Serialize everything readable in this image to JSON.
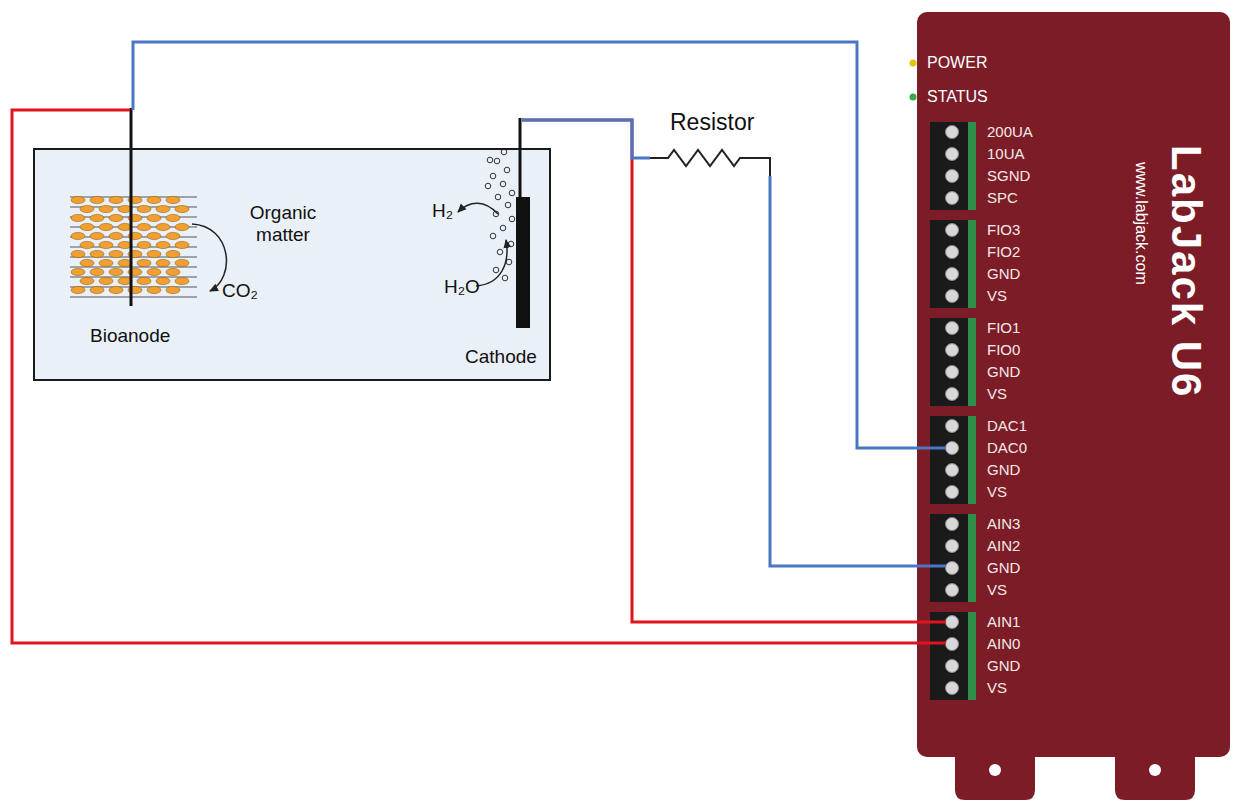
{
  "diagram": {
    "nodes": [
      {
        "text": [
          "Organic matter",
          "CO₂",
          "H₂",
          "H₂O"
        ]
      },
      {
        "text": [
          "Bioanode"
        ],
        "in": 0
      },
      {
        "text": [
          "Cathode"
        ],
        "in": 0
      },
      {
        "text": [
          "Resistor"
        ]
      },
      {
        "text": [
          "POWER",
          "STATUS",
          "LabJack U6",
          "www.labjack.com"
        ]
      }
    ],
    "edges": [
      {
        "from": 1,
        "to": 4,
        "arrow": "none"
      },
      {
        "from": 1,
        "to": 4,
        "arrow": "none"
      },
      {
        "from": 2,
        "to": 3,
        "arrow": "none"
      },
      {
        "from": 3,
        "to": 4,
        "arrow": "none"
      },
      {
        "from": 2,
        "to": 4,
        "arrow": "none"
      }
    ],
    "labels": [
      "200UA",
      "10UA",
      "SGND",
      "SPC",
      "FIO3",
      "FIO2",
      "GND",
      "VS",
      "FIO1",
      "FIO0",
      "GND",
      "VS",
      "DAC1",
      "DAC0",
      "GND",
      "VS",
      "AIN3",
      "AIN2",
      "GND",
      "VS",
      "AIN1",
      "AIN0",
      "GND",
      "VS"
    ]
  }
}
